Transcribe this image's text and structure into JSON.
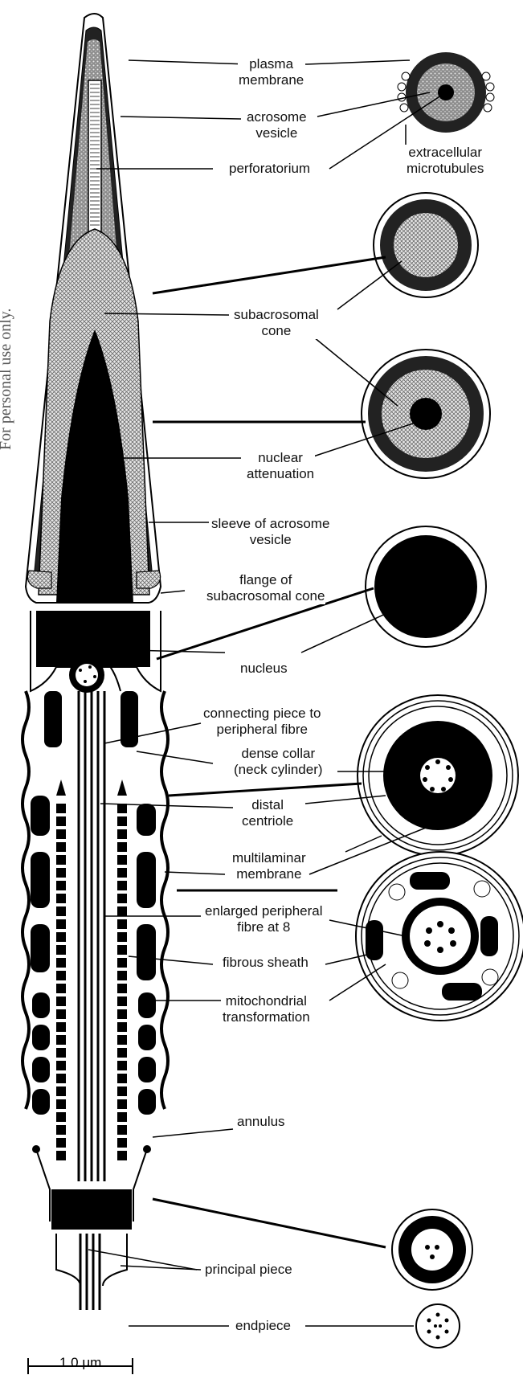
{
  "side_note": "For personal use only.",
  "labels": {
    "plasma_membrane": [
      "plasma",
      "membrane"
    ],
    "acrosome_vesicle": [
      "acrosome",
      "vesicle"
    ],
    "perforatorium": "perforatorium",
    "extracellular_microtubules": [
      "extracellular",
      "microtubules"
    ],
    "subacrosomal_cone": [
      "subacrosomal",
      "cone"
    ],
    "nuclear_attenuation": [
      "nuclear",
      "attenuation"
    ],
    "sleeve": [
      "sleeve of acrosome",
      "vesicle"
    ],
    "flange": [
      "flange of",
      "subacrosomal cone"
    ],
    "nucleus": "nucleus",
    "connecting_piece": [
      "connecting piece to",
      "peripheral fibre"
    ],
    "dense_collar": [
      "dense collar",
      "(neck cylinder)"
    ],
    "distal_centriole": [
      "distal",
      "centriole"
    ],
    "multilaminar_membrane": [
      "multilaminar",
      "membrane"
    ],
    "enlarged_fibre": [
      "enlarged peripheral",
      "fibre at 8"
    ],
    "fibrous_sheath": "fibrous sheath",
    "mitochondrial_transformation": [
      "mitochondrial",
      "transformation"
    ],
    "annulus": "annulus",
    "principal_piece": "principal piece",
    "endpiece": "endpiece"
  },
  "scale_bar": "1.0 μm",
  "colors": {
    "ink": "#000000",
    "stipple": "#9a9a9a",
    "crosshatch": "#bdbdbd"
  }
}
